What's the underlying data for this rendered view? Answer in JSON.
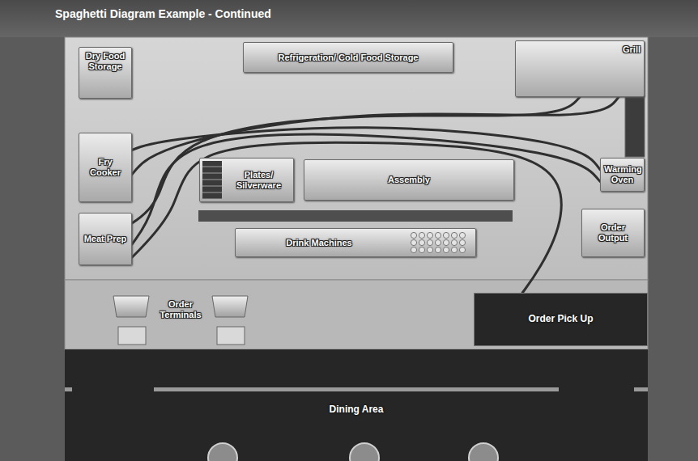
{
  "diagram": {
    "title": "Spaghetti Diagram Example - Continued",
    "nodes": [
      {
        "text": [
          "Dry Food Storage"
        ]
      },
      {
        "text": [
          "Refrigeration/ Cold Food Storage"
        ]
      },
      {
        "text": [
          "Grill"
        ]
      },
      {
        "text": [
          "Fry Cooker"
        ]
      },
      {
        "text": [
          "Plates/ Silverware"
        ]
      },
      {
        "text": [
          "Assembly"
        ]
      },
      {
        "text": [
          "Warming Oven"
        ]
      },
      {
        "text": [
          "Meat Prep"
        ]
      },
      {
        "text": [
          "Drink Machines"
        ]
      },
      {
        "text": [
          "Order Output"
        ]
      },
      {
        "text": [
          "Order Terminals"
        ]
      },
      {
        "text": [
          "Order Pick Up"
        ]
      },
      {
        "text": [
          "Dining Area"
        ]
      }
    ],
    "edges": [
      {
        "from": 7,
        "to": 2,
        "arrow": "none"
      },
      {
        "from": 3,
        "to": 6,
        "arrow": "none"
      },
      {
        "from": 7,
        "to": 6,
        "arrow": "none"
      },
      {
        "from": 3,
        "to": 2,
        "arrow": "none"
      },
      {
        "from": 7,
        "to": 11,
        "arrow": "none"
      }
    ]
  }
}
